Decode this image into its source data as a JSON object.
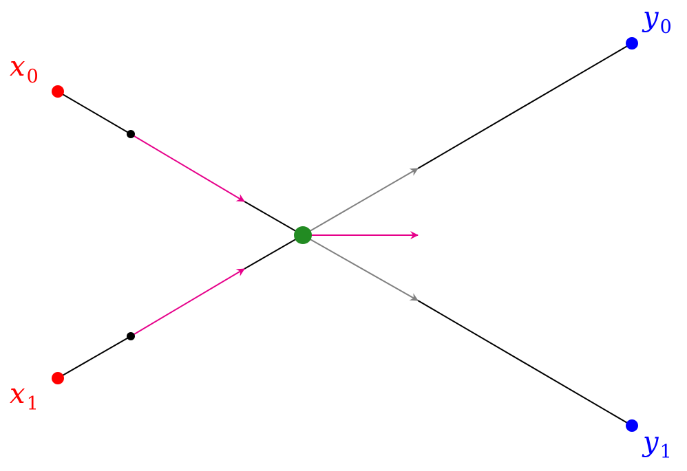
{
  "colors": {
    "source": "#ff0000",
    "target": "#0000ff",
    "center": "#228b22",
    "midpoint": "#000000",
    "line": "#000000",
    "magenta_arrow": "#e6008a",
    "gray_arrow": "#808080"
  },
  "labels": {
    "x0": {
      "base": "x",
      "sub": "0"
    },
    "x1": {
      "base": "x",
      "sub": "1"
    },
    "y0": {
      "base": "y",
      "sub": "0"
    },
    "y1": {
      "base": "y",
      "sub": "1"
    }
  }
}
